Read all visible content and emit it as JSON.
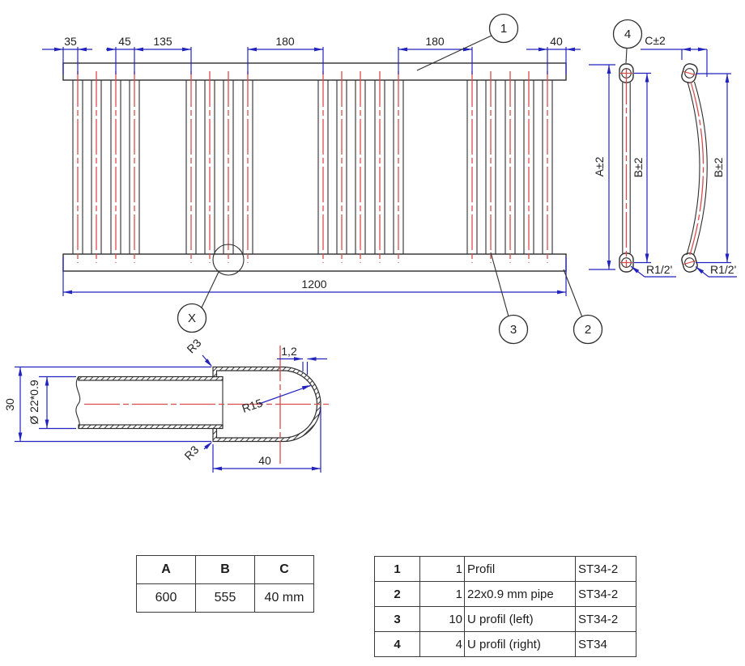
{
  "drawing": {
    "front_view": {
      "top_dims": [
        "35",
        "45",
        "135",
        "180",
        "180",
        "40"
      ],
      "overall_dim": "1200",
      "balloon_1": "1",
      "balloon_2": "2",
      "balloon_3": "3",
      "balloon_x": "X"
    },
    "side_view": {
      "balloon_4": "4",
      "dim_a": "A±2",
      "dim_b_straight": "B±2",
      "dim_b_curved": "B±2",
      "dim_c": "C±2",
      "thread_straight": "R1/2'",
      "thread_curved": "R1/2'"
    },
    "detail_view": {
      "dim_outer": "30",
      "dim_pipe": "Ø 22*0.9",
      "radius_top": "R3",
      "radius_bottom": "R3",
      "wall_thickness": "1,2",
      "radius_cap": "R15",
      "dim_cap_length": "40"
    },
    "colors": {
      "dimension_blue": "#2323c0",
      "centerline_red": "#dd4c4c",
      "drawing_line": "#2e2e2e"
    }
  },
  "tables": {
    "abc": {
      "headers": [
        "A",
        "B",
        "C"
      ],
      "values": [
        "600",
        "555",
        "40 mm"
      ]
    },
    "parts": {
      "rows": [
        {
          "pos": "1",
          "qty": "1",
          "name": "Profil",
          "material": "ST34-2"
        },
        {
          "pos": "2",
          "qty": "1",
          "name": "22x0.9 mm pipe",
          "material": "ST34-2"
        },
        {
          "pos": "3",
          "qty": "10",
          "name": "U profil (left)",
          "material": "ST34-2"
        },
        {
          "pos": "4",
          "qty": "4",
          "name": "U profil (right)",
          "material": "ST34"
        }
      ]
    }
  }
}
